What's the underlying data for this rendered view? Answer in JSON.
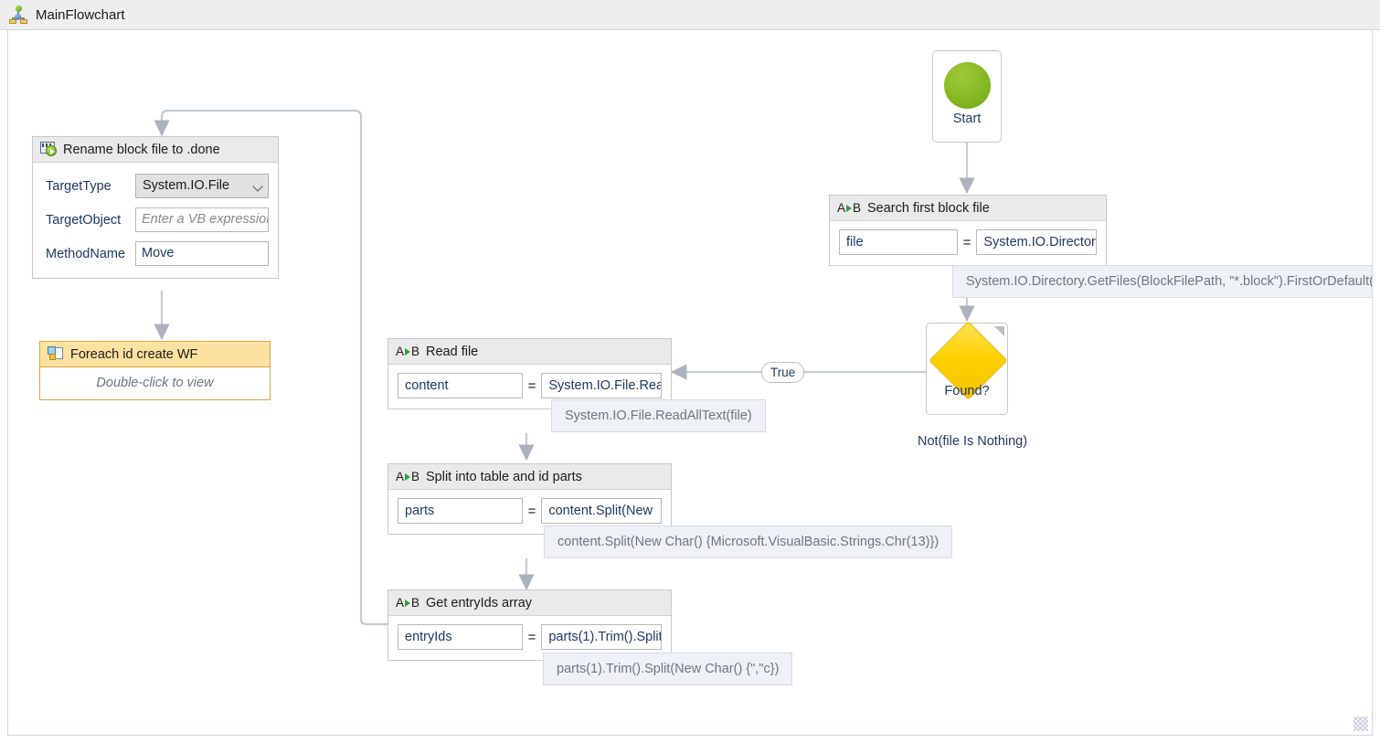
{
  "breadcrumb": {
    "icon": "flowchart-icon",
    "title": "MainFlowchart"
  },
  "canvas": {
    "background_color": "#ffffff",
    "border_color": "#cfd7e3"
  },
  "nodes": {
    "start": {
      "label": "Start",
      "shape": "circle",
      "color": "#8ebf2b"
    },
    "search_block": {
      "icon": "assign-icon",
      "title": "Search first block file",
      "to": "file",
      "operator": "=",
      "value_visible": "System.IO.Director",
      "value_full": "System.IO.Directory.GetFiles(BlockFilePath, \"*.block\").FirstOrDefault()"
    },
    "decision": {
      "label": "Found?",
      "shape": "diamond",
      "color": "#ffd100",
      "condition": "Not(file Is Nothing)",
      "branch_label": "True"
    },
    "read_file": {
      "icon": "assign-icon",
      "title": "Read file",
      "to": "content",
      "operator": "=",
      "value_visible": "System.IO.File.Reac",
      "value_full": "System.IO.File.ReadAllText(file)"
    },
    "split_parts": {
      "icon": "assign-icon",
      "title": "Split into table and id parts",
      "to": "parts",
      "operator": "=",
      "value_visible": "content.Split(New ",
      "value_full": "content.Split(New Char() {Microsoft.VisualBasic.Strings.Chr(13)})"
    },
    "entry_ids": {
      "icon": "assign-icon",
      "title": "Get entryIds array",
      "to": "entryIds",
      "operator": "=",
      "value_visible": "parts(1).Trim().Split",
      "value_full": "parts(1).Trim().Split(New Char() {\",\"c})"
    },
    "rename": {
      "icon": "invoke-method-icon",
      "title": "Rename block file to .done",
      "properties": [
        {
          "label": "TargetType",
          "kind": "combobox",
          "value": "System.IO.File",
          "placeholder": ""
        },
        {
          "label": "TargetObject",
          "kind": "textbox",
          "value": "",
          "placeholder": "Enter a VB expression"
        },
        {
          "label": "MethodName",
          "kind": "textbox",
          "value": "Move",
          "placeholder": ""
        }
      ]
    },
    "foreach": {
      "icon": "foreach-icon",
      "title": "Foreach id create WF",
      "hint": "Double-click to view",
      "header_color": "#fbe2a0",
      "border_color": "#dca43b"
    }
  },
  "grip": {
    "name": "resize-grip"
  }
}
